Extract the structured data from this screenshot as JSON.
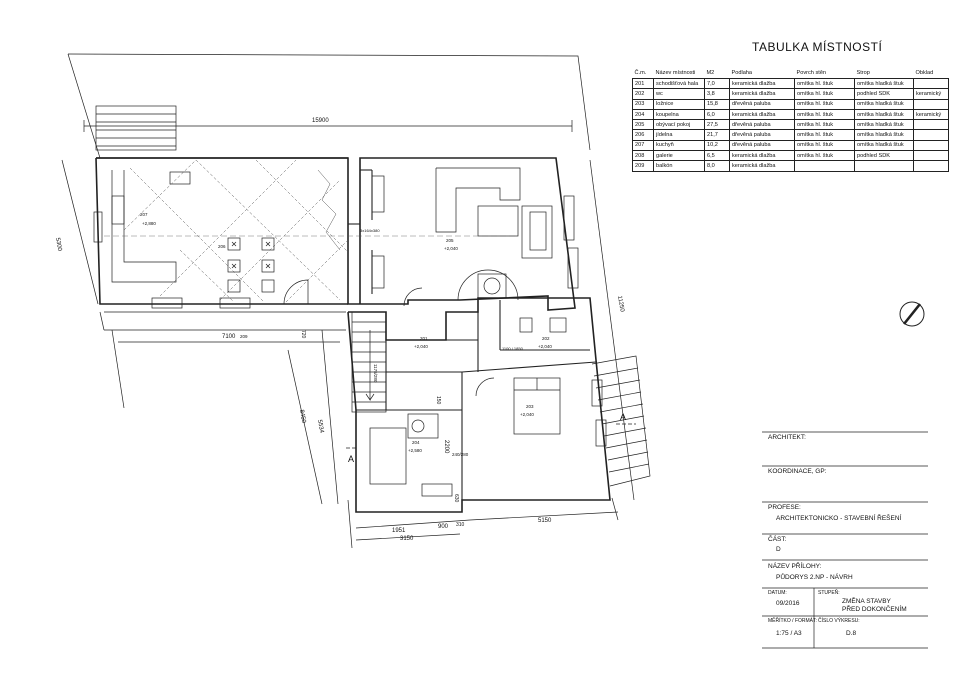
{
  "room_table": {
    "title": "TABULKA MÍSTNOSTÍ",
    "headers": [
      "Č.m.",
      "Název místnosti",
      "M2",
      "Podlaha",
      "Povrch stěn",
      "Strop",
      "Obklad"
    ],
    "rows": [
      [
        "201",
        "schodišťová hala",
        "7,0",
        "keramická dlažba",
        "omítka hl. štuk",
        "omítka hladká štuk",
        ""
      ],
      [
        "202",
        "wc",
        "3,8",
        "keramická dlažba",
        "omítka hl. štuk",
        "podhled SDK",
        "keramický"
      ],
      [
        "203",
        "ložnice",
        "15,8",
        "dřevěná palubа",
        "omítka hl. štuk",
        "omítka hladká štuk",
        ""
      ],
      [
        "204",
        "koupelna",
        "6,0",
        "keramická dlažba",
        "omítka hl. štuk",
        "omítka hladká štuk",
        "keramický"
      ],
      [
        "205",
        "obývací pokoj",
        "27,5",
        "dřevěná paluba",
        "omítka hl. štuk",
        "omítka hladká štuk",
        ""
      ],
      [
        "206",
        "jídelna",
        "21,7",
        "dřevěná paluba",
        "omítka hl. štuk",
        "omítka hladká štuk",
        ""
      ],
      [
        "207",
        "kuchyň",
        "10,2",
        "dřevěná paluba",
        "omítka hl. štuk",
        "omítka hladká štuk",
        ""
      ],
      [
        "208",
        "galerie",
        "6,5",
        "keramická dlažba",
        "omítka hl. štuk",
        "podhled SDK",
        ""
      ],
      [
        "209",
        "balkón",
        "8,0",
        "keramická dlažba",
        "",
        "",
        ""
      ]
    ]
  },
  "plan": {
    "dimensions": {
      "top": "15900",
      "left_upper": "5300",
      "balcony": "7100",
      "balcony_room": "209",
      "d_720": "720",
      "d_1175": "1175/280",
      "d_8450": "8450",
      "d_5534": "5534",
      "d_150": "150",
      "d_2200": "2200",
      "d_240": "240/280",
      "d_630": "630",
      "right": "11250",
      "b_1951": "1951",
      "b_900": "900",
      "b_310": "310",
      "b_5150": "5150",
      "b_3150": "3150",
      "door_label": "1100 / 1850",
      "opening": "3x164x380"
    },
    "rooms": {
      "r207": "207",
      "r207_lvl": "+2,880",
      "r206": "206",
      "r205": "205",
      "r205_lvl": "+2,040",
      "r201": "201",
      "r201_lvl": "+2,040",
      "r202": "202",
      "r202_lvl": "+2,040",
      "r203": "203",
      "r203_lvl": "+2,040",
      "r204": "204",
      "r204_lvl": "+2,580"
    },
    "section_marks": [
      "A",
      "A"
    ]
  },
  "title_block": {
    "architekt_label": "ARCHITEKT:",
    "koordinace_label": "KOORDINACE, GP:",
    "profese_label": "PROFESE:",
    "profese_value": "ARCHITEKTONICKO - STAVEBNÍ ŘEŠENÍ",
    "cast_label": "ČÁST:",
    "cast_value": "D",
    "nazev_label": "NÁZEV PŘÍLOHY:",
    "nazev_value": "PŮDORYS 2.NP - NÁVRH",
    "datum_label": "DATUM:",
    "datum_value": "09/2016",
    "stupen_label": "STUPEŇ:",
    "stupen_value_1": "ZMĚNA STAVBY",
    "stupen_value_2": "PŘED DOKONČENÍM",
    "meritko_label": "MĚŘÍTKO / FORMÁT:",
    "meritko_value": "1:75 / A3",
    "cislo_label": "ČÍSLO VÝKRESU:",
    "cislo_value": "D.8"
  }
}
